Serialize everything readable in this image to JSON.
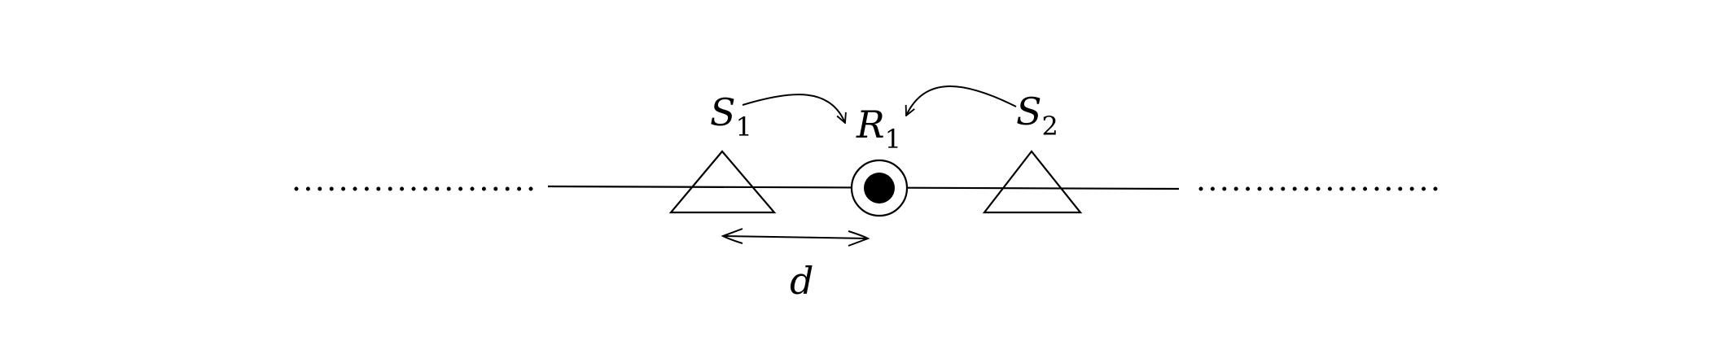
{
  "diagram": {
    "nodes": [
      {
        "id": "S1",
        "symbol": "S",
        "subscript": "1",
        "shape": "triangle"
      },
      {
        "id": "R1",
        "symbol": "R",
        "subscript": "1",
        "shape": "circle-dot"
      },
      {
        "id": "S2",
        "symbol": "S",
        "subscript": "2",
        "shape": "triangle"
      }
    ],
    "edges": [
      {
        "from": "S1",
        "to": "R1",
        "style": "curved-arrow"
      },
      {
        "from": "S2",
        "to": "R1",
        "style": "curved-arrow"
      }
    ],
    "distance_label": "d",
    "colors": {
      "stroke": "#000000",
      "background": "#ffffff"
    }
  }
}
